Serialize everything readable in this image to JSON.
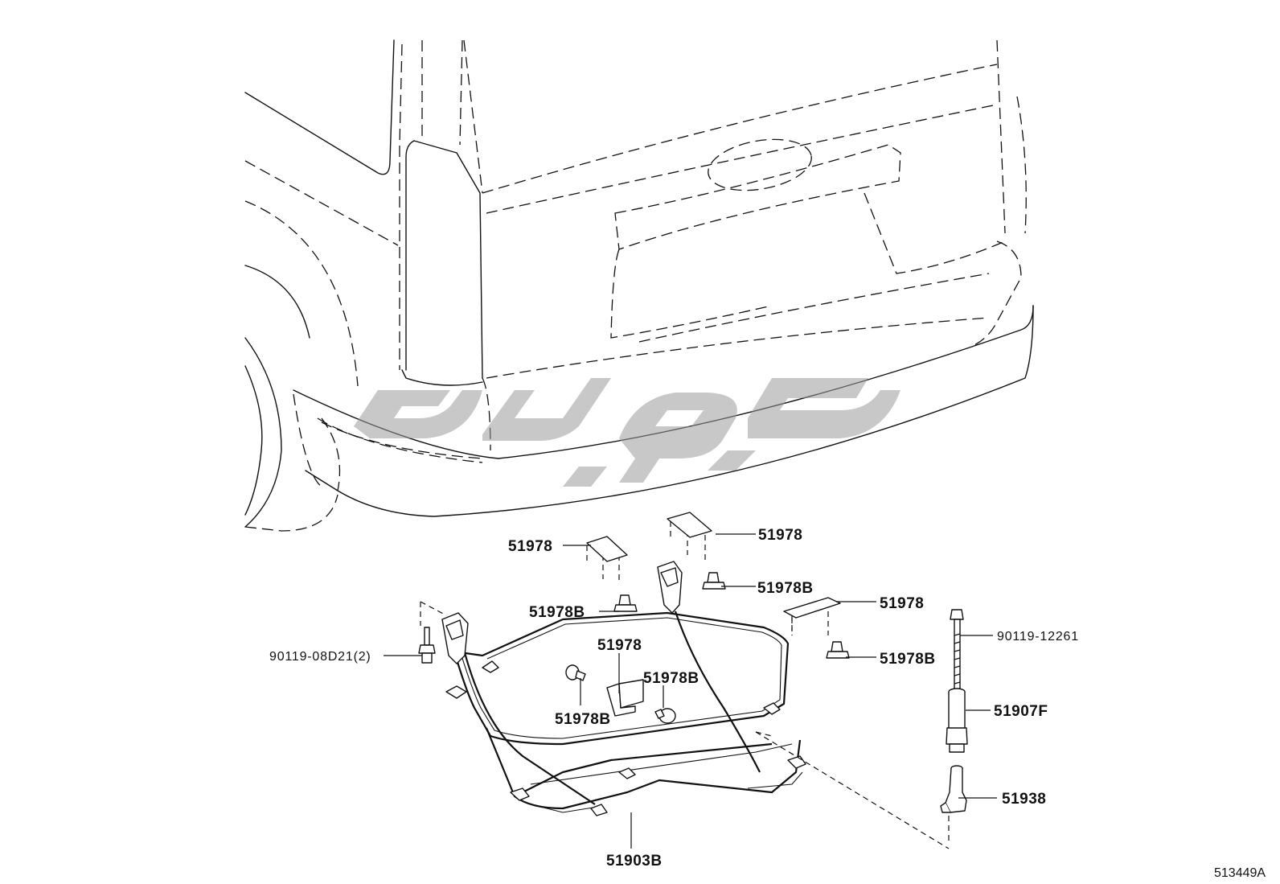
{
  "figure_id": "513449A",
  "watermark_text": "تویوتی",
  "parts": {
    "bracket_left": "51978",
    "bracket_top": "51978",
    "bracket_right": "51978",
    "bracket_center": "51978",
    "clip_left": "51978B",
    "clip_top": "51978B",
    "clip_right": "51978B",
    "clip_center_right": "51978B",
    "clip_center_left": "51978B",
    "bolt_left": "90119-08D21(2)",
    "bolt_right": "90119-12261",
    "spacer": "51907F",
    "support": "51938",
    "frame": "51903B"
  }
}
